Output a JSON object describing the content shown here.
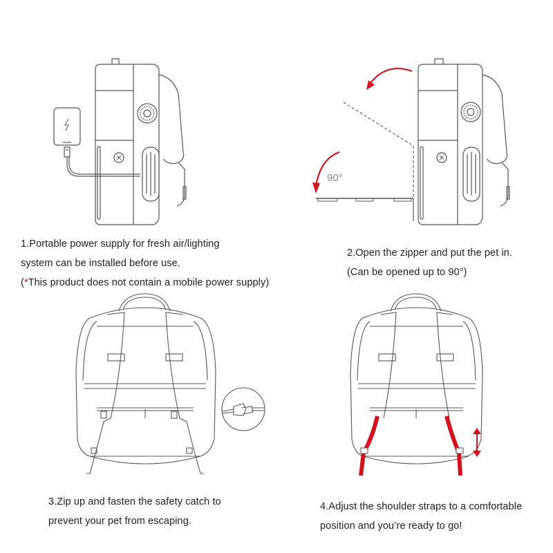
{
  "colors": {
    "line": "#555555",
    "accent": "#d4121e",
    "text": "#1e1e1e",
    "angle_label": "#8a8a8a"
  },
  "steps": [
    {
      "number": "1",
      "lines": [
        "1.Portable power supply for fresh air/lighting",
        "system can be installed before use."
      ],
      "note_prefix": "(",
      "note_asterisk": "*",
      "note_text": "This product does not contain a mobile power supply)",
      "illustration": "power-bank-connected-to-carrier-side-view"
    },
    {
      "number": "2",
      "lines": [
        "2.Open the zipper and put the pet in.",
        "(Can be opened up to 90°)"
      ],
      "angle_label": "90°",
      "illustration": "carrier-side-door-opening-90-degrees"
    },
    {
      "number": "3",
      "lines": [
        "3.Zip up and fasten the safety catch to",
        "prevent your pet from escaping."
      ],
      "illustration": "backpack-rear-view-with-safety-catch-detail"
    },
    {
      "number": "4",
      "lines": [
        "4.Adjust the shoulder straps to a comfortable",
        "position and you’re ready to go!"
      ],
      "illustration": "backpack-rear-view-adjustable-straps-highlighted"
    }
  ]
}
